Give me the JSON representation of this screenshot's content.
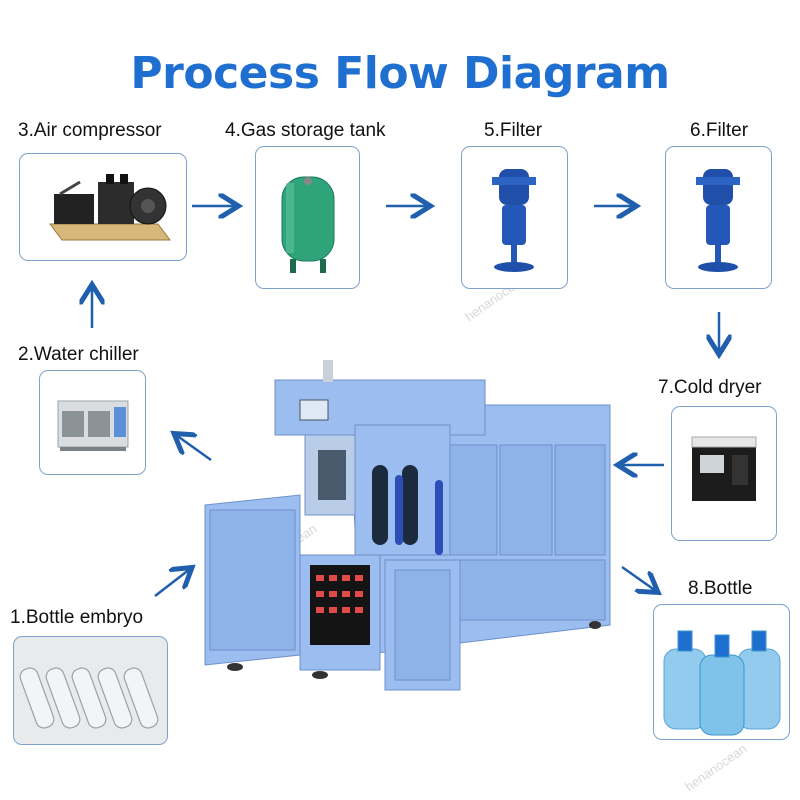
{
  "title": "Process Flow Diagram",
  "steps": [
    {
      "label": "1.Bottle embryo"
    },
    {
      "label": "2.Water chiller"
    },
    {
      "label": "3.Air compressor"
    },
    {
      "label": "4.Gas storage tank"
    },
    {
      "label": "5.Filter"
    },
    {
      "label": "6.Filter"
    },
    {
      "label": "7.Cold dryer"
    },
    {
      "label": "8.Bottle"
    }
  ],
  "colors": {
    "title": "#1e6fd0",
    "arrow": "#1f5fae",
    "box_border": "#7fa2cc",
    "machine": "#8db3e8"
  },
  "watermark": "henanocean"
}
